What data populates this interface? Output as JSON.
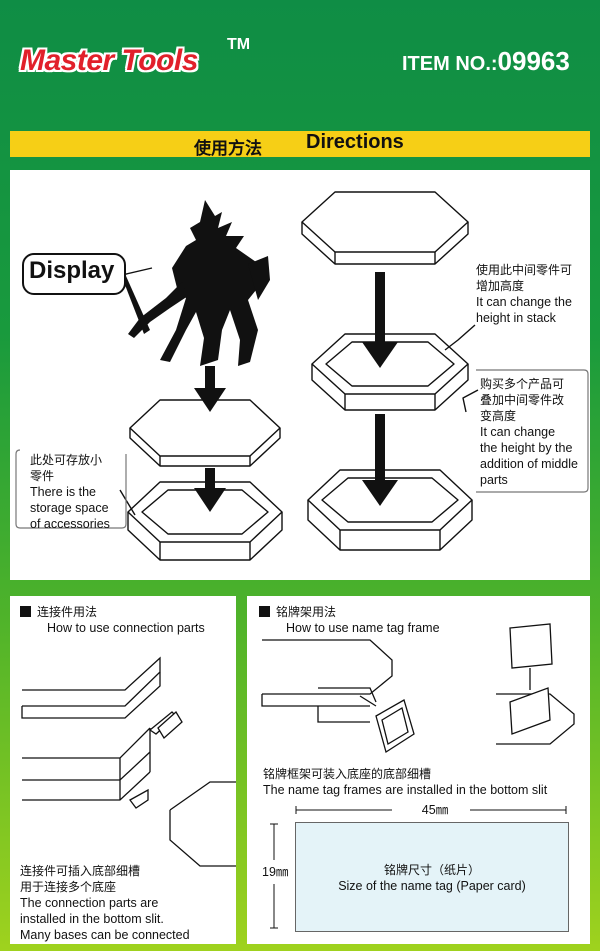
{
  "header": {
    "brand_logo": "Master Tools",
    "trademark": "TM",
    "item_prefix": "ITEM NO.:",
    "item_number": "09963"
  },
  "title_band": {
    "zh": "使用方法",
    "en": "Directions"
  },
  "directions": {
    "display_label": "Display",
    "callout_stack_zh": [
      "使用此中间零件可",
      "增加高度"
    ],
    "callout_stack_en": [
      "It can change the",
      "height in stack"
    ],
    "callout_multi_zh": [
      "购买多个产品可",
      "叠加中间零件改",
      "变高度"
    ],
    "callout_multi_en": [
      "It can change",
      "the height by the",
      "addition of middle",
      "parts"
    ],
    "callout_storage_zh": [
      "此处可存放小",
      "零件"
    ],
    "callout_storage_en": [
      "There is the",
      "storage space",
      "of accessories"
    ]
  },
  "connection": {
    "heading_zh": "连接件用法",
    "heading_en": "How to use connection parts",
    "desc_zh": [
      "连接件可插入底部细槽",
      "用于连接多个底座"
    ],
    "desc_en": [
      "The connection parts are",
      "installed in the bottom slit.",
      "Many bases can be connected"
    ]
  },
  "name_tag": {
    "heading_zh": "铭牌架用法",
    "heading_en": "How to use name tag frame",
    "desc_zh": "铭牌框架可装入底座的底部细槽",
    "desc_en": "The name tag frames are installed in the bottom slit",
    "width_label": "45㎜",
    "height_label": "19㎜",
    "card_zh": "铭牌尺寸（纸片）",
    "card_en": "Size of the name tag (Paper card)"
  },
  "colors": {
    "band": "#f6cf16",
    "logo_red": "#e1202a",
    "card_fill": "#e4f3f8"
  }
}
